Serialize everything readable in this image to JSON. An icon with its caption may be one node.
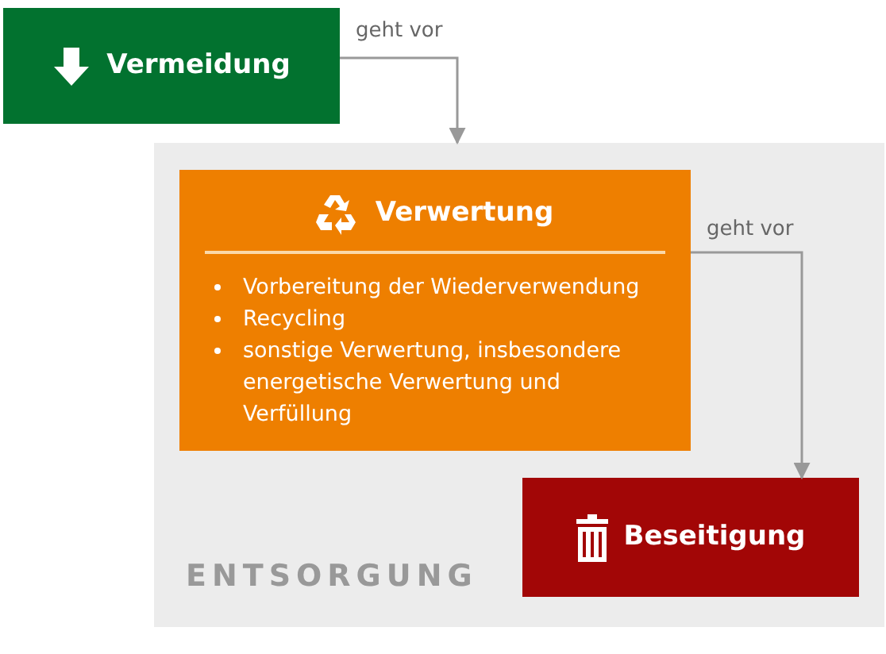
{
  "diagram": {
    "nodes": [
      {
        "text": [
          "Vermeidung"
        ]
      },
      {
        "text": [
          "ENTSORGUNG"
        ]
      },
      {
        "text": [
          "Verwertung",
          "Vorbereitung der Wiederverwendung",
          "Recycling",
          "sonstige Verwertung, insbesondere energetische Verwertung und Verfüllung"
        ],
        "in": 1
      },
      {
        "text": [
          "Beseitigung"
        ],
        "in": 1
      }
    ],
    "edges": [
      {
        "from": 0,
        "to": 1,
        "arrow": "to",
        "label": "geht vor"
      },
      {
        "from": 2,
        "to": 3,
        "arrow": "to",
        "label": "geht vor"
      }
    ]
  }
}
